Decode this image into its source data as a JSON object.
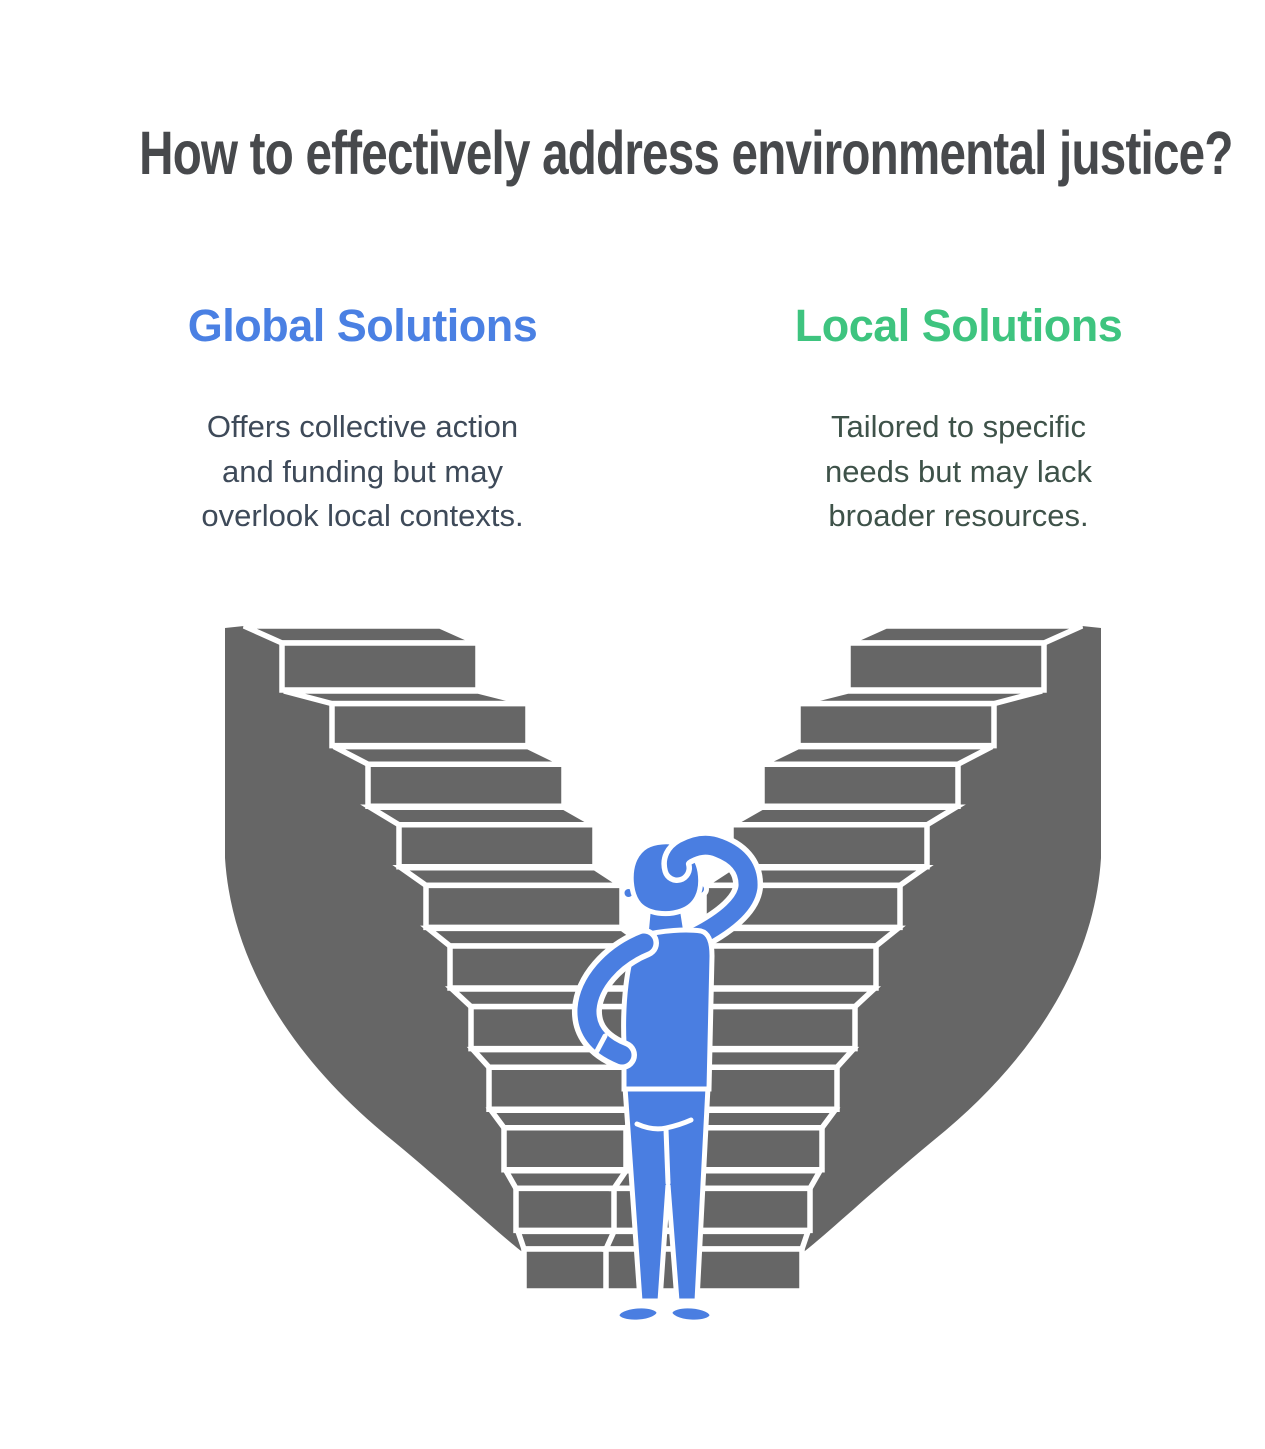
{
  "title": {
    "text": "How to effectively address environmental justice?"
  },
  "columns": [
    {
      "heading": "Global Solutions",
      "description": "Offers collective action\nand funding but may\noverlook local contexts.",
      "heading_color": "#4a80e3",
      "text_color": "#3e4a59"
    },
    {
      "heading": "Local Solutions",
      "description": "Tailored to specific\nneeds but may lack\nbroader resources.",
      "heading_color": "#3ec47f",
      "text_color": "#3e5249"
    }
  ],
  "illustration": {
    "name": "person-at-diverging-staircases",
    "person": "figure seen from behind scratching head, choosing between two staircases",
    "colors": {
      "title_color": "#47494c",
      "accent_blue": "#4a80e3",
      "accent_green": "#3ec47f",
      "body_left_color": "#3e4a59",
      "body_right_color": "#3e5249",
      "stair_gray": "#666666",
      "outline_white": "#ffffff",
      "person_blue": "#4a7ee1",
      "background": "#ffffff"
    }
  }
}
